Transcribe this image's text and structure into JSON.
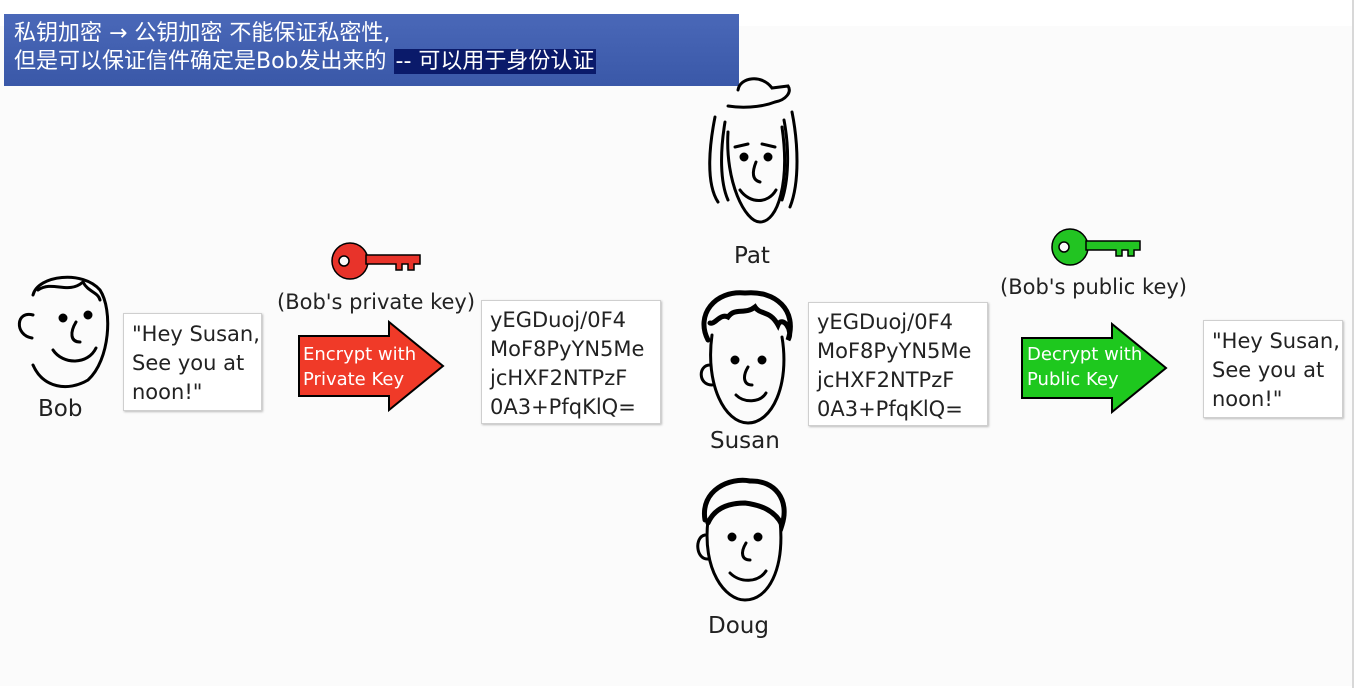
{
  "banner": {
    "line1": "私钥加密  → 公钥加密   不能保证私密性,",
    "line2_prefix": "但是可以保证信件确定是Bob发出来的 ",
    "line2_highlight": "-- 可以用于身份认证"
  },
  "people": {
    "bob": "Bob",
    "pat": "Pat",
    "susan": "Susan",
    "doug": "Doug"
  },
  "messages": {
    "plain_left": "\"Hey Susan,\nSee you at\nnoon!\"",
    "cipher_left": "yEGDuoj/0F4\nMoF8PyYN5Me\njcHXF2NTPzF\n0A3+PfqKlQ=",
    "cipher_right": "yEGDuoj/0F4\nMoF8PyYN5Me\njcHXF2NTPzF\n0A3+PfqKlQ=",
    "plain_right": "\"Hey Susan,\nSee you at\nnoon!\""
  },
  "keys": {
    "private_caption": "(Bob's private key)",
    "public_caption": "(Bob's public key)",
    "private_color": "#e8332a",
    "public_color": "#22c422"
  },
  "arrows": {
    "encrypt_label": "Encrypt with\nPrivate Key",
    "decrypt_label": "Decrypt with\nPublic Key",
    "encrypt_color": "#f03a28",
    "decrypt_color": "#1ec81e"
  }
}
